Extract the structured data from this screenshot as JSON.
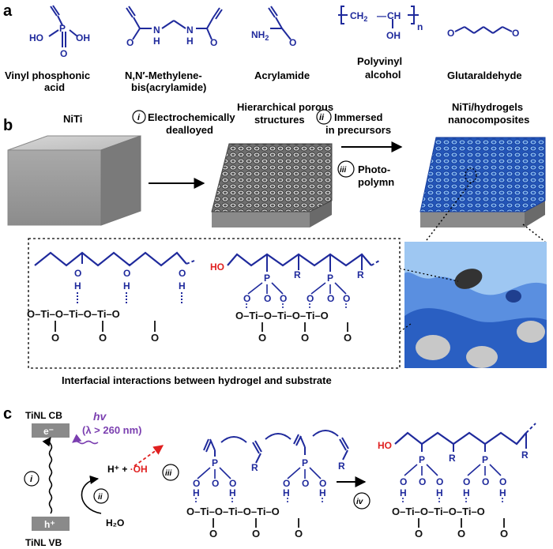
{
  "panels": {
    "a": "a",
    "b": "b",
    "c": "c"
  },
  "panel_a": {
    "compounds": [
      {
        "name": "Vinyl phosphonic",
        "name2": "acid"
      },
      {
        "name": "N,N′-Methylene-",
        "name2": "bis(acrylamide)"
      },
      {
        "name": "Acrylamide",
        "name2": ""
      },
      {
        "name": "Polyvinyl",
        "name2": "alcohol"
      },
      {
        "name": "Glutaraldehyde",
        "name2": ""
      }
    ],
    "atoms": {
      "P": "P",
      "O": "O",
      "HO": "HO",
      "OH": "OH",
      "H": "H",
      "N": "N",
      "NH2": "NH",
      "sub2": "2",
      "CH2": "CH",
      "CH": "CH",
      "n": "n"
    }
  },
  "panel_b": {
    "niti": "NiTi",
    "step1_num": "i",
    "step1_a": "Electrochemically",
    "step1_b": "dealloyed",
    "porous_a": "Hierarchical porous",
    "porous_b": "structures",
    "step2_num": "ii",
    "step2_a": "Immersed",
    "step2_b": "in precursors",
    "step3_num": "iii",
    "step3_a": "Photo-",
    "step3_b": "polymn",
    "product_a": "NiTi/hydrogels",
    "product_b": "nanocomposites",
    "caption": "Interfacial interactions between hydrogel and substrate"
  },
  "panel_c": {
    "cb": "TiNL CB",
    "vb": "TiNL VB",
    "electron": "e⁻",
    "hole": "h⁺",
    "hv": "hv",
    "lambda": "(λ > 260 nm)",
    "step1": "i",
    "step2": "ii",
    "step3": "iii",
    "step4": "iv",
    "water": "H₂O",
    "hplus": "H⁺ + ",
    "radical": "·OH"
  },
  "colors": {
    "blue": "#1f2a9c",
    "red": "#e02020",
    "purple": "#7b3fb0",
    "cb_box": "#8a8a8a"
  }
}
